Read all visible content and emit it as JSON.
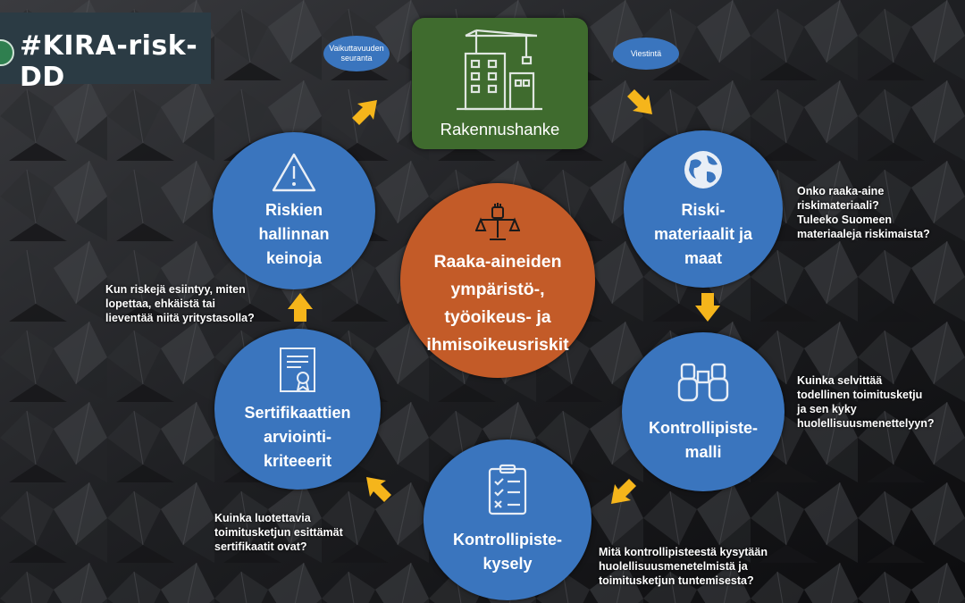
{
  "title": "#KIRA-risk-DD",
  "project": {
    "label": "Rakennushanke"
  },
  "ovals": {
    "monitoring": "Vaikuttavuuden\nseuranta",
    "communication": "Viestintä"
  },
  "center": {
    "label": "Raaka-aineiden\nympäristö-,\ntyöoikeus- ja\nihmisoikeusriskit"
  },
  "steps": {
    "risk_materials": "Riski-\nmateriaalit ja\nmaat",
    "checkpoint_model": "Kontrollipiste-\nmalli",
    "checkpoint_survey": "Kontrollipiste-\nkysely",
    "certificates": "Sertifikaattien\narviointi-\nkriteeerit",
    "risk_management": "Riskien\nhallinnan\nkeinoja"
  },
  "questions": {
    "risk_materials": "Onko raaka-aine\nriskimateriaali?\nTuleeko Suomeen\nmateriaaleja riskimaista?",
    "checkpoint_model": "Kuinka selvittää\ntodellinen toimitusketju\nja sen kyky\nhuolellisuusmenettelyyn?",
    "checkpoint_survey": "Mitä kontrollipisteestä kysytään\nhuolellisuusmenetelmistä ja\ntoimitusketjun tuntemisesta?",
    "certificates": "Kuinka luotettavia\ntoimitusketjun esittämät\nsertifikaatit ovat?",
    "risk_management": "Kun riskejä esiintyy, miten\nlopettaa, ehkäistä tai\nlieventää niitä yritystasolla?"
  },
  "icons": {
    "project": "construction-crane-building-icon",
    "center": "raised-fist-scales-icon",
    "risk_materials": "globe-icon",
    "checkpoint_model": "binoculars-icon",
    "checkpoint_survey": "checklist-icon",
    "certificates": "certificate-icon",
    "risk_management": "warning-triangle-icon"
  },
  "colors": {
    "circle_blue": "#3a75be",
    "center_orange": "#c35b28",
    "project_green": "#3f6b2e",
    "arrow_yellow": "#f5b51b",
    "title_bg": "#2b3b44"
  }
}
